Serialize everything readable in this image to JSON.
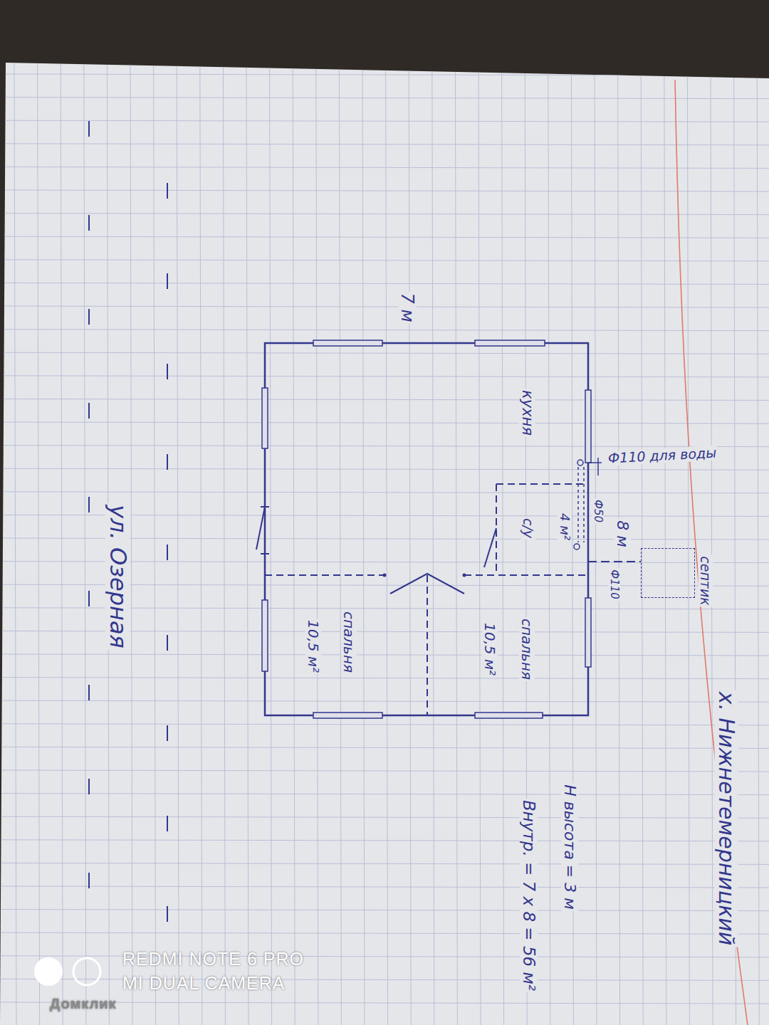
{
  "diagram": {
    "nodes": [
      {
        "text": [
          "кухня"
        ]
      },
      {
        "text": [
          "с/у",
          "4 м²"
        ]
      },
      {
        "text": [
          "спальня",
          "10,5 м²"
        ]
      },
      {
        "text": [
          "спальня",
          "10,5 м²"
        ]
      },
      {
        "text": [
          "септик"
        ]
      }
    ],
    "edges": [
      {
        "from": 1,
        "to": 4,
        "arrow": "none",
        "label": "Ф110"
      }
    ],
    "labels": [
      "х. Нижнетемерницкий",
      "Н высота = 3 м",
      "Внутр. = 7 х 8 = 56 м²",
      "7 м",
      "8 м",
      "ул. Озерная",
      "Ф110 для воды",
      "Ф50",
      "REDMI NOTE 6 PRO",
      "MI DUAL CAMERA",
      "Домклик"
    ]
  }
}
